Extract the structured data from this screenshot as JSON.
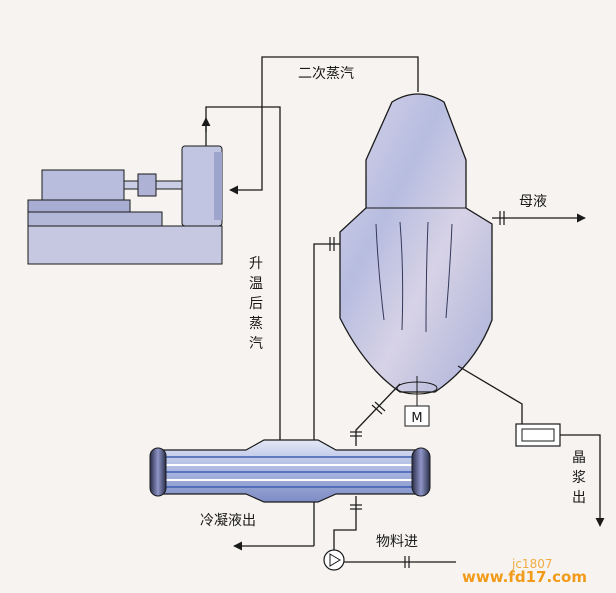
{
  "labels": {
    "secondary_steam": "二次蒸汽",
    "heated_steam": [
      "升",
      "温",
      "后",
      "蒸",
      "汽"
    ],
    "mother_liquor": "母液",
    "crystal_slurry": [
      "晶",
      "浆",
      "出"
    ],
    "condensate_out": "冷凝液出",
    "feed_in": "物料进",
    "motor": "M"
  },
  "watermark": {
    "text": "www.fd17.com",
    "partial_text": "jc1807"
  },
  "colors": {
    "line": "#1a1a1a",
    "vessel_fill": "#c7c8e4",
    "equipment_fill": "#b9bedb",
    "equipment_shade": "#9da3c8",
    "tube_blue": "#6f8fd0",
    "watermark": "#f29b1a"
  }
}
